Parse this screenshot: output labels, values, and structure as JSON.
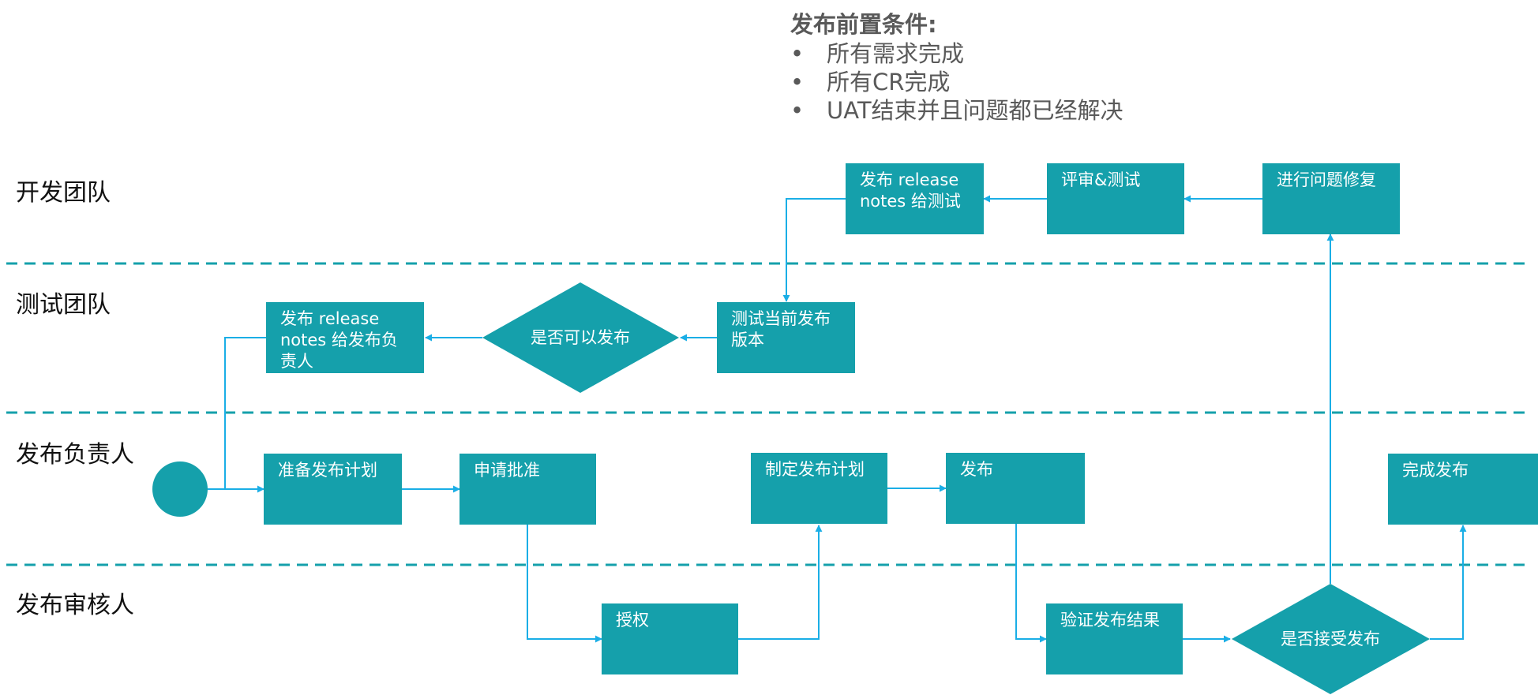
{
  "precondition": {
    "title": "发布前置条件:",
    "items": [
      "所有需求完成",
      "所有CR完成",
      "UAT结束并且问题都已经解决"
    ]
  },
  "lanes": [
    "开发团队",
    "测试团队",
    "发布负责人",
    "发布审核人"
  ],
  "nodes": {
    "release_notes_to_test": "发布 release notes 给测试",
    "review_test": "评审&测试",
    "fix_issues": "进行问题修复",
    "test_current_release": "测试当前发布版本",
    "can_release": "是否可以发布",
    "release_notes_to_owner": "发布 release notes 给发布负责人",
    "prepare_plan": "准备发布计划",
    "apply_approval": "申请批准",
    "make_plan": "制定发布计划",
    "release": "发布",
    "complete_release": "完成发布",
    "authorize": "授权",
    "verify_result": "验证发布结果",
    "accept_release": "是否接受发布"
  },
  "colors": {
    "node": "#15a0ab",
    "arrow": "#1aaee6",
    "divider": "#15a0ab"
  }
}
